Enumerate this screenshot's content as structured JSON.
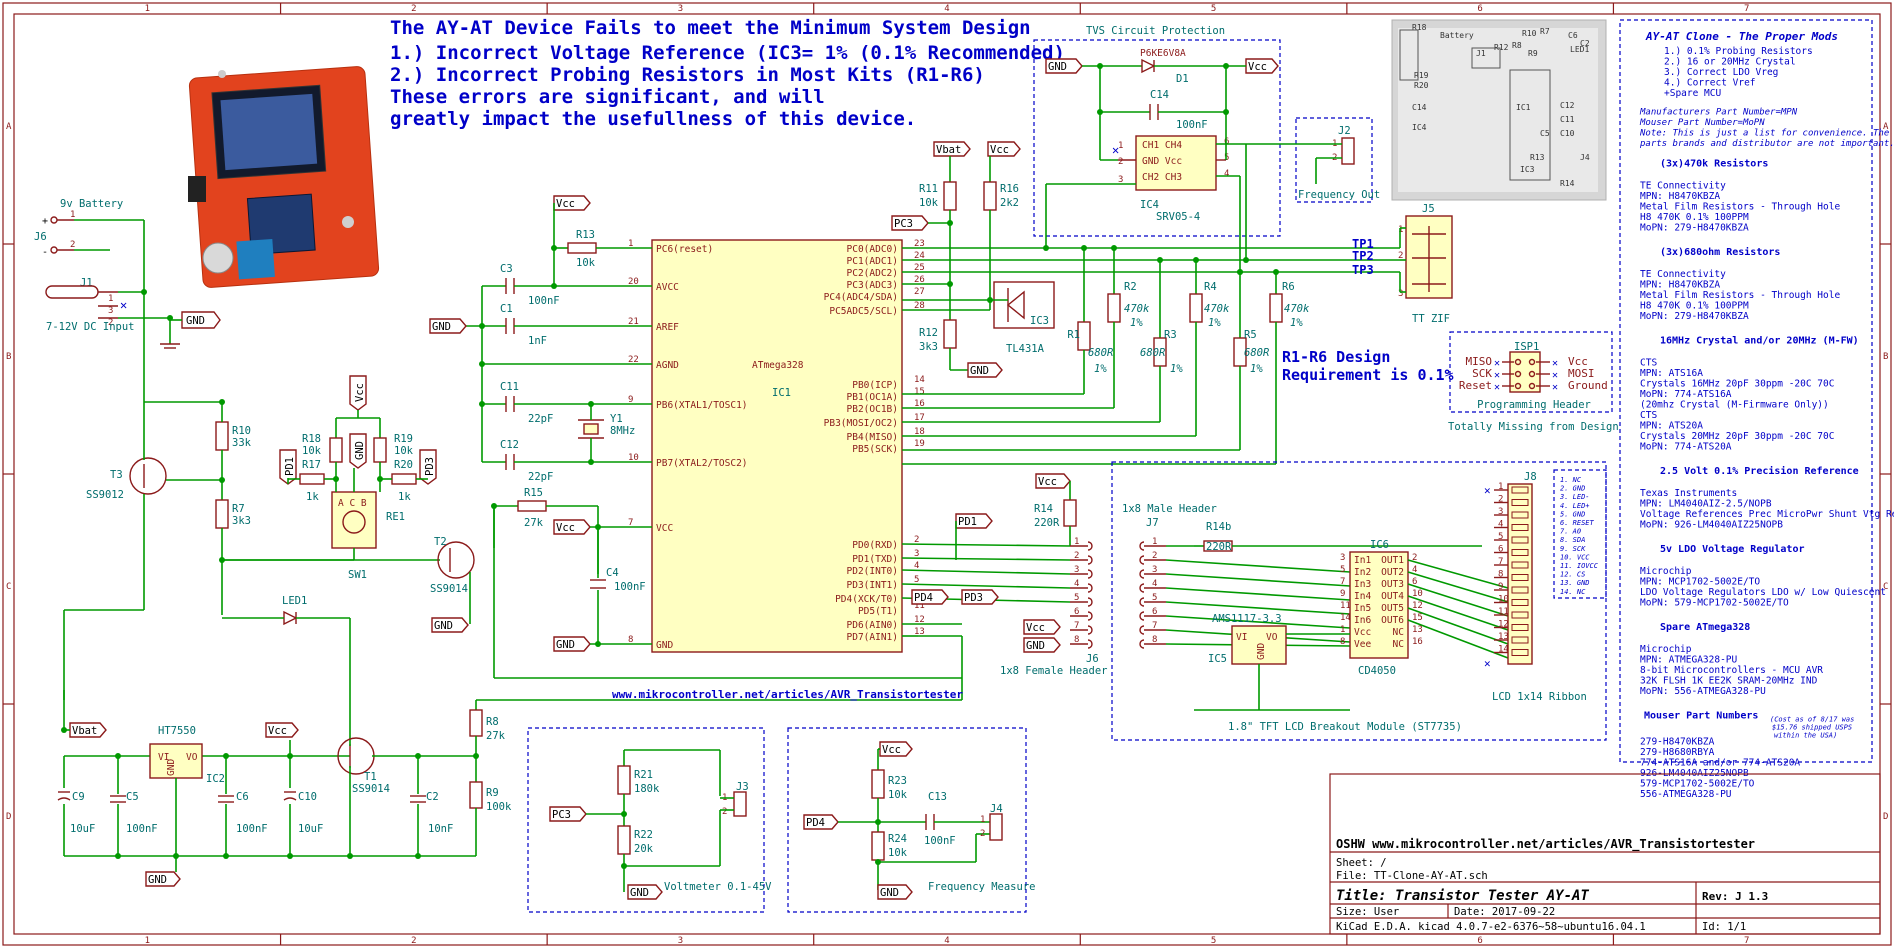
{
  "warning": {
    "line1": "The AY-AT Device Fails to meet the Minimum System Design",
    "line2": "1.) Incorrect Voltage Reference (IC3= 1% (0.1% Recommended)",
    "line3": "2.) Incorrect Probing Resistors in Most Kits (R1-R6)",
    "line4": "These errors are significant, and will",
    "line5": "greatly impact the usefullness of this device."
  },
  "grid": {
    "cols": [
      "1",
      "2",
      "3",
      "4",
      "5",
      "6",
      "7"
    ],
    "rows": [
      "A",
      "B",
      "C",
      "D"
    ]
  },
  "blocks": {
    "tvs": "TVS Circuit Protection",
    "freq_out": "Frequency Out",
    "prog_header": "Programming Header",
    "missing": "Totally Missing from Design",
    "tft": "1.8\" TFT LCD Breakout Module (ST7735)",
    "voltmeter": "Voltmeter 0.1-45V",
    "freq_measure": "Frequency Measure",
    "url": "www.mikrocontroller.net/articles/AVR_Transistortester",
    "r_design_1": "R1-R6 Design",
    "r_design_2": "Requirement is 0.1%"
  },
  "nets": {
    "vcc": "Vcc",
    "gnd": "GND",
    "vbat": "Vbat",
    "pc3": "PC3",
    "pd1": "PD1",
    "pd3": "PD3",
    "pd4": "PD4",
    "tp1": "TP1",
    "tp2": "TP2",
    "tp3": "TP3"
  },
  "battery": {
    "title": "9v Battery",
    "ref": "J6",
    "plus": "+",
    "minus": "-",
    "j1": "J1",
    "dc": "7-12V DC Input"
  },
  "mcu": {
    "name": "ATmega328",
    "ref": "IC1",
    "left": [
      "PC6(reset)",
      "AVCC",
      "AREF",
      "AGND",
      "PB6(XTAL1/TOSC1)",
      "PB7(XTAL2/TOSC2)",
      "VCC",
      "GND"
    ],
    "left_nums": [
      "1",
      "20",
      "21",
      "22",
      "9",
      "10",
      "7",
      "8"
    ],
    "right_top": [
      "PC0(ADC0)",
      "PC1(ADC1)",
      "PC2(ADC2)",
      "PC3(ADC3)",
      "PC4(ADC4/SDA)",
      "PC5ADC5/SCL)"
    ],
    "right_top_nums": [
      "23",
      "24",
      "25",
      "26",
      "27",
      "28"
    ],
    "right_mid": [
      "PB0(ICP)",
      "PB1(OC1A)",
      "PB2(OC1B)",
      "PB3(MOSI/OC2)",
      "PB4(MISO)",
      "PB5(SCK)"
    ],
    "right_mid_nums": [
      "14",
      "15",
      "16",
      "17",
      "18",
      "19"
    ],
    "right_bot": [
      "PD0(RXD)",
      "PD1(TXD)",
      "PD2(INT0)",
      "PD3(INT1)",
      "PD4(XCK/T0)",
      "PD5(T1)",
      "PD6(AIN0)",
      "PD7(AIN1)"
    ],
    "right_bot_nums": [
      "2",
      "3",
      "4",
      "5",
      "6",
      "11",
      "12",
      "13"
    ]
  },
  "parts": {
    "r13": [
      "R13",
      "10k"
    ],
    "c3": [
      "C3",
      "100nF"
    ],
    "c1": [
      "C1",
      "1nF"
    ],
    "c11": [
      "C11",
      "22pF"
    ],
    "c12": [
      "C12",
      "22pF"
    ],
    "y1": [
      "Y1",
      "8MHz"
    ],
    "r15": [
      "R15",
      "27k"
    ],
    "c4": [
      "C4",
      "100nF"
    ],
    "r10": [
      "R10",
      "33k"
    ],
    "r7": [
      "R7",
      "3k3"
    ],
    "t3": [
      "T3",
      "SS9012"
    ],
    "t2": [
      "T2",
      "SS9014"
    ],
    "t1": [
      "T1",
      "SS9014"
    ],
    "r18": [
      "R18",
      "10k"
    ],
    "r19": [
      "R19",
      "10k"
    ],
    "r17": [
      "R17",
      "1k"
    ],
    "r20": [
      "R20",
      "1k"
    ],
    "re1": "RE1",
    "sw1": "SW1",
    "led1": "LED1",
    "ic2": [
      "IC2",
      "HT7550"
    ],
    "c9": [
      "C9",
      "10uF"
    ],
    "c5": [
      "C5",
      "100nF"
    ],
    "c6": [
      "C6",
      "100nF"
    ],
    "c10": [
      "C10",
      "10uF"
    ],
    "c2": [
      "C2",
      "10nF"
    ],
    "r8": [
      "R8",
      "27k"
    ],
    "r9": [
      "R9",
      "100k"
    ],
    "r11": [
      "R11",
      "10k"
    ],
    "r16": [
      "R16",
      "2k2"
    ],
    "r12": [
      "R12",
      "3k3"
    ],
    "ic3": [
      "IC3",
      "TL431A"
    ],
    "r1": [
      "R1",
      "680R",
      "1%"
    ],
    "r2": [
      "R2",
      "470k",
      "1%"
    ],
    "r3": [
      "R3",
      "680R",
      "1%"
    ],
    "r4": [
      "R4",
      "470k",
      "1%"
    ],
    "r5": [
      "R5",
      "680R",
      "1%"
    ],
    "r6": [
      "R6",
      "470k",
      "1%"
    ],
    "d1": [
      "D1",
      "P6KE6V8A"
    ],
    "c14": [
      "C14",
      "100nF"
    ],
    "ic4": [
      "IC4",
      "SRV05-4"
    ],
    "j2": "J2",
    "j5": [
      "J5",
      "TT ZIF"
    ],
    "isp1": "ISP1",
    "r14": [
      "R14",
      "220R"
    ],
    "j6b": [
      "J6",
      "1x8 Female Header"
    ],
    "j7": [
      "J7",
      "1x8 Male Header"
    ],
    "r14b": [
      "R14b",
      "220R"
    ],
    "ic6": [
      "IC6",
      "CD4050"
    ],
    "ic5": [
      "IC5",
      "AMS1117-3.3"
    ],
    "j8": [
      "J8",
      "LCD 1x14 Ribbon"
    ],
    "r21": [
      "R21",
      "180k"
    ],
    "r22": [
      "R22",
      "20k"
    ],
    "j3": "J3",
    "r23": [
      "R23",
      "10k"
    ],
    "r24": [
      "R24",
      "10k"
    ],
    "c13": [
      "C13",
      "100nF"
    ],
    "j4": "J4"
  },
  "ic4_pins": [
    "CH1 CH4",
    "GND Vcc",
    "CH2 CH3"
  ],
  "ic6_pins": {
    "in": [
      "In1",
      "In2",
      "In3",
      "In4",
      "In5",
      "In6",
      "Vcc",
      "Vee"
    ],
    "out": [
      "OUT1",
      "OUT2",
      "OUT3",
      "OUT4",
      "OUT5",
      "OUT6",
      "NC",
      "NC"
    ]
  },
  "isp_pins": {
    "left": [
      "MISO",
      "SCK",
      "Reset"
    ],
    "right": [
      "Vcc",
      "MOSI",
      "Ground"
    ]
  },
  "j8_legend": [
    "1. NC",
    "2. GND",
    "3. LED-",
    "4. LED+",
    "5. GND",
    "6. RESET",
    "7. A0",
    "8. SDA",
    "9. SCK",
    "10. VCC",
    "11. IOVCC",
    "12. CS",
    "13. GND",
    "14. NC"
  ],
  "bom": {
    "title": "AY-AT Clone - The Proper Mods",
    "mods": [
      "1.) 0.1% Probing Resistors",
      "2.) 16 or 20MHz Crystal",
      "3.) Correct LDO Vreg",
      "4.) Correct Vref",
      "+Spare MCU"
    ],
    "notes": [
      "Manufacturers Part Number=MPN",
      "Mouser Part Number=MoPN",
      "Note: This is just a list for convenience. The",
      "parts brands and distributor are not important."
    ],
    "sections": [
      {
        "head": "(3x)470k Resistors",
        "lines": [
          "TE Connectivity",
          "MPN: H8470KBZA",
          "Metal Film Resistors - Through Hole",
          "H8 470K 0.1% 100PPM",
          "MoPN: 279-H8470KBZA"
        ]
      },
      {
        "head": "(3x)680ohm Resistors",
        "lines": [
          "TE Connectivity",
          "MPN: H8470KBZA",
          "Metal Film Resistors - Through Hole",
          "H8 470K 0.1% 100PPM",
          "MoPN: 279-H8470KBZA"
        ]
      },
      {
        "head": "16MHz Crystal and/or 20MHz (M-FW)",
        "lines": [
          "CTS",
          "MPN: ATS16A",
          "Crystals 16MHz 20pF 30ppm -20C 70C",
          "MoPN: 774-ATS16A",
          "(20mhz Crystal (M-Firmware Only))",
          "CTS",
          "MPN: ATS20A",
          "Crystals 20MHz 20pF 30ppm -20C 70C",
          "MoPN: 774-ATS20A"
        ]
      },
      {
        "head": "2.5 Volt 0.1% Precision Reference",
        "lines": [
          "Texas Instruments",
          "MPN: LM4040AIZ-2.5/NOPB",
          "Voltage References Prec MicroPwr Shunt Vtg Ref",
          "MoPN: 926-LM4040AIZ25NOPB"
        ]
      },
      {
        "head": "5v LDO Voltage Regulator",
        "lines": [
          "Microchip",
          "MPN: MCP1702-5002E/TO",
          "LDO Voltage Regulators LDO w/ Low Quiescent",
          "MoPN: 579-MCP1702-5002E/TO"
        ]
      },
      {
        "head": "Spare ATmega328",
        "lines": [
          "Microchip",
          "MPN: ATMEGA328-PU",
          "8-bit Microcontrollers - MCU AVR",
          "32K FLSH 1K EE2K SRAM-20MHz IND",
          "MoPN: 556-ATMEGA328-PU"
        ]
      }
    ],
    "mouser_head": "Mouser Part Numbers",
    "cost_note1": "(Cost as of 8/17 was",
    "cost_note2": "$15.76 shipped USPS",
    "cost_note3": "within the USA)",
    "mouser_list": [
      "279-H8470KBZA",
      "279-H8680RBYA",
      "774-ATS16A and/or 774-ATS20A",
      "926-LM4040AIZ25NOPB",
      "579-MCP1702-5002E/TO",
      "556-ATMEGA328-PU"
    ]
  },
  "pcb_labels": [
    "R18",
    "Battery",
    "R10",
    "R7",
    "C6",
    "C2",
    "R19",
    "R20",
    "J1",
    "R12",
    "R8",
    "R9",
    "LED1",
    "C14",
    "IC4",
    "IC1",
    "C12",
    "C11",
    "C10",
    "C5",
    "R13",
    "J4",
    "R14",
    "IC3"
  ],
  "title_block": {
    "oshw": "OSHW www.mikrocontroller.net/articles/AVR_Transistortester",
    "sheet": "Sheet: /",
    "file": "File: TT-Clone-AY-AT.sch",
    "title": "Title: Transistor Tester AY-AT",
    "size": "Size: User",
    "date": "Date: 2017-09-22",
    "rev": "Rev: J 1.3",
    "kicad": "KiCad E.D.A.  kicad 4.0.7-e2-6376~58~ubuntu16.04.1",
    "id": "Id: 1/1"
  },
  "colors": {
    "wire": "#009900",
    "part": "#8b1a1a",
    "ref": "#006d6d",
    "note": "#0000c8",
    "fill": "#ffffc2"
  }
}
